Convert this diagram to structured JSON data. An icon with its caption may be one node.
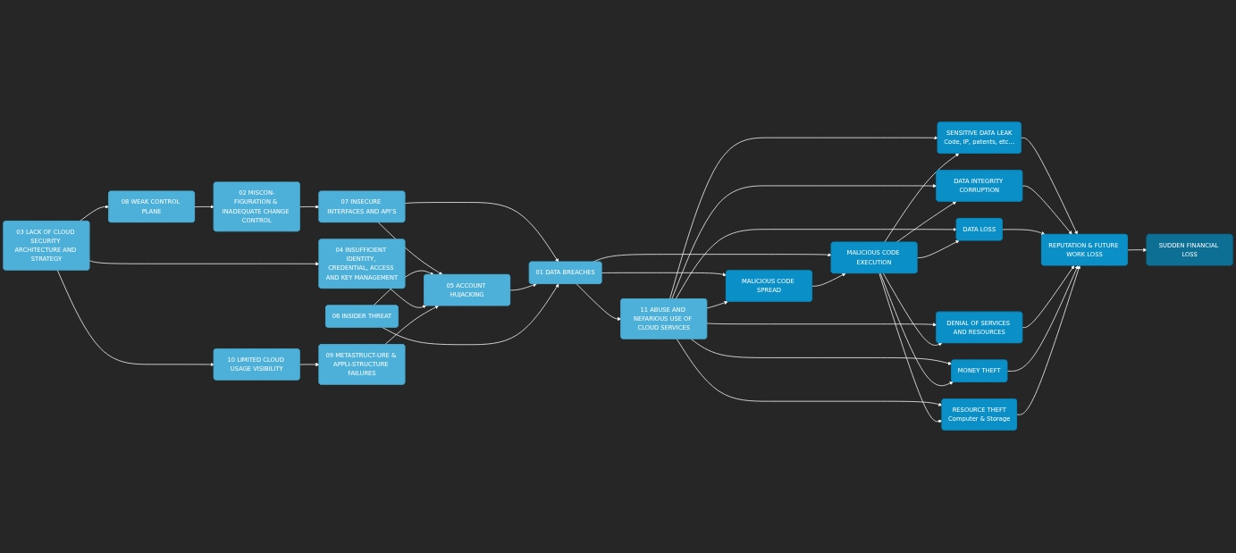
{
  "diagram": {
    "nodes": [
      {
        "text": [
          "08 WEAK CONTROL PLANE"
        ]
      },
      {
        "text": [
          "02 MISCON-FIGURATION & INADEQUATE CHANGE CONTROL"
        ]
      },
      {
        "text": [
          "07 INSECURE INTERFACES AND API’S"
        ]
      },
      {
        "text": [
          "03 LACK OF CLOUD SECURITY ARCHITECTURE AND STRATEGY"
        ]
      },
      {
        "text": [
          "04 INSUFFICIENT IDENTITY, CREDENTIAL, ACCESS AND KEY MANAGEMENT"
        ]
      },
      {
        "text": [
          "05 ACCOUNT HUJACKING"
        ]
      },
      {
        "text": [
          "10 LIMITED CLOUD USAGE VISIBILITY"
        ]
      },
      {
        "text": [
          "09 METASTRUCT-URE & APPLI-STRUCTURE FAILURES"
        ]
      },
      {
        "text": [
          "06 INSIDER THREAT"
        ]
      },
      {
        "text": [
          "01 DATA BREACHES"
        ]
      },
      {
        "text": [
          "11 ABUSE AND NEFARIOUS USE OF CLOUD SERVICES"
        ]
      },
      {
        "text": [
          "MALICIOUS CODE SPREAD"
        ]
      },
      {
        "text": [
          "MALICIOUS CODE EXECUTION"
        ]
      },
      {
        "text": [
          "SENSITIVE DATA LEAK",
          "Code, IP, patents, etc…"
        ]
      },
      {
        "text": [
          "DATA INTEGRITY CORRUPTION"
        ]
      },
      {
        "text": [
          "DATA LOSS"
        ]
      },
      {
        "text": [
          "DENIAL OF SERVICES AND RESOURCES"
        ]
      },
      {
        "text": [
          "MONEY THEFT"
        ]
      },
      {
        "text": [
          "RESOURCE THEFT",
          "Computer & Storage"
        ]
      },
      {
        "text": [
          "REPUTATION & FUTURE WORK LOSS"
        ]
      },
      {
        "text": [
          "SUDDEN FINANCIAL LOSS"
        ]
      }
    ],
    "edges": [
      {
        "from": 0,
        "to": 1,
        "arrow": "to"
      },
      {
        "from": 1,
        "to": 2,
        "arrow": "to"
      },
      {
        "from": 3,
        "to": 0,
        "arrow": "to"
      },
      {
        "from": 3,
        "to": 4,
        "arrow": "to"
      },
      {
        "from": 3,
        "to": 6,
        "arrow": "to"
      },
      {
        "from": 6,
        "to": 7,
        "arrow": "to"
      },
      {
        "from": 2,
        "to": 5,
        "arrow": "to"
      },
      {
        "from": 8,
        "to": 5,
        "arrow": "to"
      },
      {
        "from": 4,
        "to": 5,
        "arrow": "to"
      },
      {
        "from": 7,
        "to": 5,
        "arrow": "to"
      },
      {
        "from": 2,
        "to": 9,
        "arrow": "to"
      },
      {
        "from": 5,
        "to": 9,
        "arrow": "to"
      },
      {
        "from": 8,
        "to": 9,
        "arrow": "to"
      },
      {
        "from": 9,
        "to": 10,
        "arrow": "to"
      },
      {
        "from": 9,
        "to": 11,
        "arrow": "to"
      },
      {
        "from": 9,
        "to": 12,
        "arrow": "to"
      },
      {
        "from": 10,
        "to": 11,
        "arrow": "to"
      },
      {
        "from": 11,
        "to": 12,
        "arrow": "to"
      },
      {
        "from": 10,
        "to": 13,
        "arrow": "to"
      },
      {
        "from": 10,
        "to": 14,
        "arrow": "to"
      },
      {
        "from": 10,
        "to": 15,
        "arrow": "to"
      },
      {
        "from": 10,
        "to": 16,
        "arrow": "to"
      },
      {
        "from": 10,
        "to": 17,
        "arrow": "to"
      },
      {
        "from": 10,
        "to": 18,
        "arrow": "to"
      },
      {
        "from": 12,
        "to": 13,
        "arrow": "to"
      },
      {
        "from": 12,
        "to": 14,
        "arrow": "to"
      },
      {
        "from": 12,
        "to": 15,
        "arrow": "to"
      },
      {
        "from": 12,
        "to": 16,
        "arrow": "to"
      },
      {
        "from": 12,
        "to": 17,
        "arrow": "to"
      },
      {
        "from": 12,
        "to": 18,
        "arrow": "to"
      },
      {
        "from": 13,
        "to": 19,
        "arrow": "to"
      },
      {
        "from": 14,
        "to": 19,
        "arrow": "to"
      },
      {
        "from": 15,
        "to": 19,
        "arrow": "to"
      },
      {
        "from": 16,
        "to": 19,
        "arrow": "to"
      },
      {
        "from": 17,
        "to": 19,
        "arrow": "to"
      },
      {
        "from": 18,
        "to": 19,
        "arrow": "to"
      },
      {
        "from": 19,
        "to": 20,
        "arrow": "to"
      }
    ]
  }
}
